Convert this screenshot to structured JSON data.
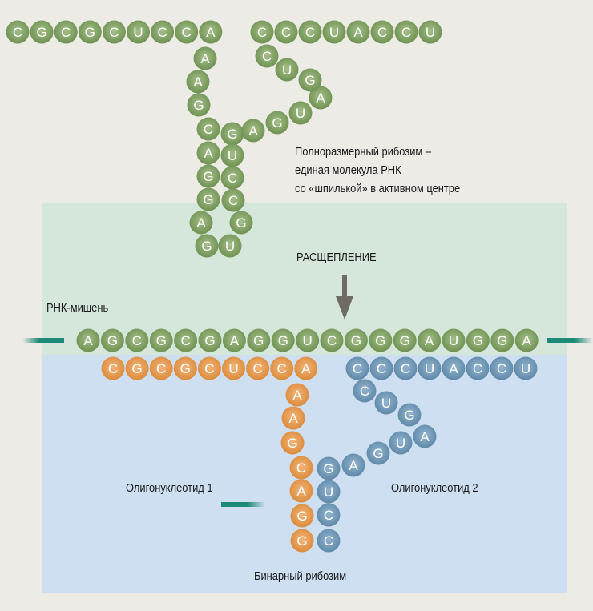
{
  "full_ribozyme": {
    "strand_left": "CGCGCUCCA",
    "stem_left": "AAGCAGGAG",
    "stem_right": "GUCCGU",
    "loop": "AGUAGUC",
    "strand_right": "CCCUACCU",
    "caption": [
      "Полноразмерный рибозим –",
      "единая молекула РНК",
      "со «шпилькой» в активном центре"
    ]
  },
  "cleavage_label": "РАСЩЕПЛЕНИЕ",
  "target": {
    "label": "РНК-мишень",
    "sequence": "AGCGCGAGGUCGGGAUGGA"
  },
  "binary_ribozyme": {
    "oligo1": {
      "label": "Олигонуклеотид 1",
      "strand": "CGCGCUCCA",
      "stem": "AAGCAGG"
    },
    "oligo2": {
      "label": "Олигонуклеотид 2",
      "strand": "CCCUACCU",
      "loop": "CUGAUGA",
      "stem": "GUCC"
    },
    "label": "Бинарный рибозим"
  },
  "colors": {
    "green": "#7a9c5c",
    "orange": "#e3974a",
    "blue": "#6c95b3",
    "green_band": "#d5e7da",
    "blue_band": "#cddff0",
    "arrow": "#6e6a64",
    "dash": "#1f8a78"
  }
}
